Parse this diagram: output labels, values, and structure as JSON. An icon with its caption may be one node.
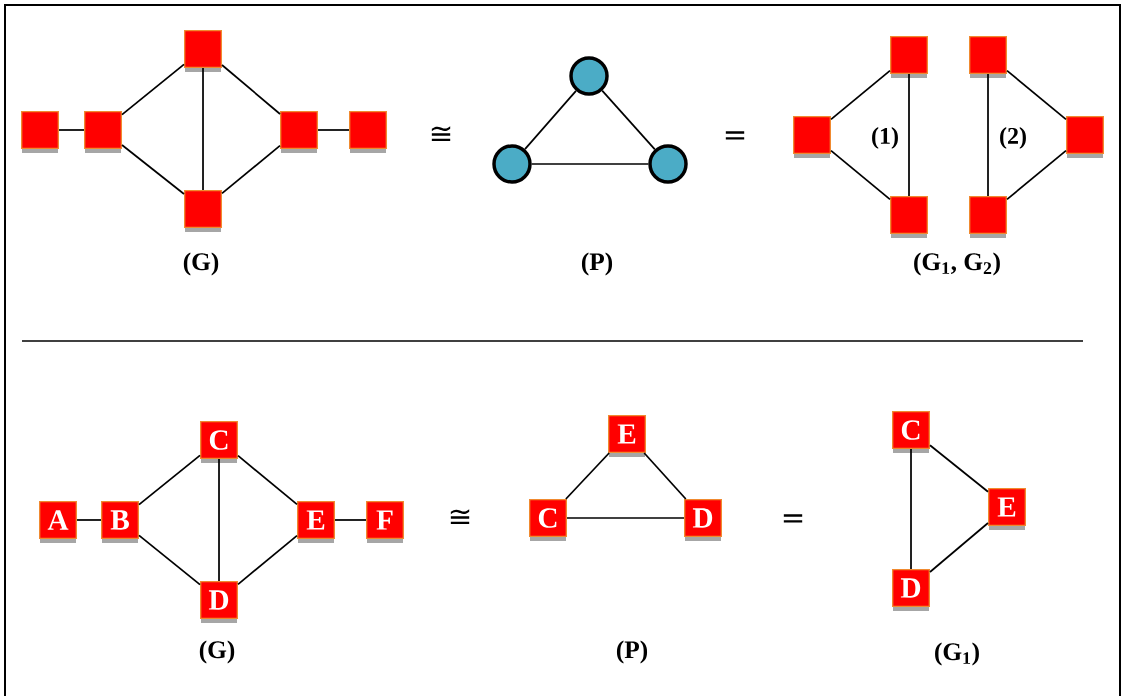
{
  "diagram": {
    "nodes": [
      {
        "text": [],
        "shape": "box"
      },
      {
        "text": [],
        "shape": "box"
      },
      {
        "text": [],
        "shape": "box"
      },
      {
        "text": [],
        "shape": "box"
      },
      {
        "text": [],
        "shape": "box"
      },
      {
        "text": [],
        "shape": "box"
      },
      {
        "text": [],
        "shape": "circle"
      },
      {
        "text": [],
        "shape": "circle"
      },
      {
        "text": [],
        "shape": "circle"
      },
      {
        "text": [],
        "shape": "box"
      },
      {
        "text": [],
        "shape": "box"
      },
      {
        "text": [],
        "shape": "box"
      },
      {
        "text": [],
        "shape": "box"
      },
      {
        "text": [],
        "shape": "box"
      },
      {
        "text": [],
        "shape": "box"
      },
      {
        "text": [
          "A"
        ]
      },
      {
        "text": [
          "B"
        ]
      },
      {
        "text": [
          "C"
        ]
      },
      {
        "text": [
          "D"
        ]
      },
      {
        "text": [
          "E"
        ]
      },
      {
        "text": [
          "F"
        ]
      },
      {
        "text": [
          "C"
        ]
      },
      {
        "text": [
          "E"
        ]
      },
      {
        "text": [
          "D"
        ]
      },
      {
        "text": [
          "C"
        ]
      },
      {
        "text": [
          "E"
        ]
      },
      {
        "text": [
          "D"
        ]
      }
    ],
    "edges": [
      {
        "from": 0,
        "to": 1,
        "arrow": "none"
      },
      {
        "from": 1,
        "to": 2,
        "arrow": "none"
      },
      {
        "from": 1,
        "to": 3,
        "arrow": "none"
      },
      {
        "from": 2,
        "to": 3,
        "arrow": "none"
      },
      {
        "from": 2,
        "to": 4,
        "arrow": "none"
      },
      {
        "from": 3,
        "to": 4,
        "arrow": "none"
      },
      {
        "from": 4,
        "to": 5,
        "arrow": "none"
      },
      {
        "from": 6,
        "to": 7,
        "arrow": "none"
      },
      {
        "from": 6,
        "to": 8,
        "arrow": "none"
      },
      {
        "from": 7,
        "to": 8,
        "arrow": "none"
      },
      {
        "from": 9,
        "to": 10,
        "arrow": "none"
      },
      {
        "from": 9,
        "to": 11,
        "arrow": "none"
      },
      {
        "from": 10,
        "to": 11,
        "arrow": "none"
      },
      {
        "from": 12,
        "to": 13,
        "arrow": "none"
      },
      {
        "from": 12,
        "to": 14,
        "arrow": "none"
      },
      {
        "from": 13,
        "to": 14,
        "arrow": "none"
      },
      {
        "from": 15,
        "to": 16,
        "arrow": "none"
      },
      {
        "from": 16,
        "to": 17,
        "arrow": "none"
      },
      {
        "from": 16,
        "to": 18,
        "arrow": "none"
      },
      {
        "from": 17,
        "to": 18,
        "arrow": "none"
      },
      {
        "from": 17,
        "to": 19,
        "arrow": "none"
      },
      {
        "from": 18,
        "to": 19,
        "arrow": "none"
      },
      {
        "from": 19,
        "to": 20,
        "arrow": "none"
      },
      {
        "from": 21,
        "to": 22,
        "arrow": "none"
      },
      {
        "from": 22,
        "to": 23,
        "arrow": "none"
      },
      {
        "from": 21,
        "to": 23,
        "arrow": "none"
      },
      {
        "from": 24,
        "to": 25,
        "arrow": "none"
      },
      {
        "from": 24,
        "to": 26,
        "arrow": "none"
      },
      {
        "from": 25,
        "to": 26,
        "arrow": "none"
      }
    ],
    "labels": [
      "≅",
      "=",
      "(1)",
      "(2)",
      "(G)",
      "(P)",
      "(G$_{1}$, G$_{2}$)",
      "≅",
      "=",
      "(G)",
      "(P)",
      "(G$_{1}$)"
    ]
  }
}
